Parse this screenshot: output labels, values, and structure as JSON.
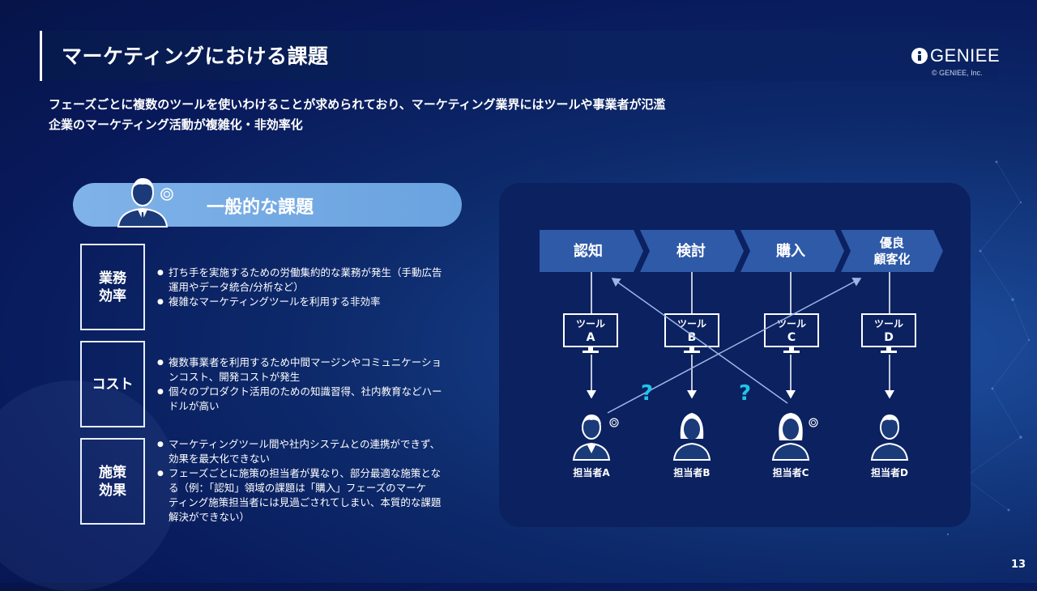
{
  "header": {
    "title": "マーケティングにおける課題",
    "logo_text": "GENIEE",
    "copyright": "© GENIEE, Inc."
  },
  "subtitle": {
    "line1": "フェーズごとに複数のツールを使いわけることが求められており、マーケティング業界にはツールや事業者が氾濫",
    "line2": "企業のマーケティング活動が複雑化・非効率化"
  },
  "issues": {
    "title": "一般的な課題",
    "categories": [
      {
        "label_line1": "業務",
        "label_line2": "効率",
        "bullets": [
          {
            "line1": "打ち手を実施するための労働集約的な業務が発生（手動広告",
            "line2": "運用やデータ統合/分析など）"
          },
          {
            "line1": "複雑なマーケティングツールを利用する非効率",
            "line2": ""
          }
        ]
      },
      {
        "label_line1": "コスト",
        "label_line2": "",
        "bullets": [
          {
            "line1": "複数事業者を利用するため中間マージンやコミュニケーショ",
            "line2": "ンコスト、開発コストが発生"
          },
          {
            "line1": "個々のプロダクト活用のための知識習得、社内教育などハー",
            "line2": "ドルが高い"
          }
        ]
      },
      {
        "label_line1": "施策",
        "label_line2": "効果",
        "bullets": [
          {
            "lines": [
              "マーケティングツール間や社内システムとの連携ができず、",
              "効果を最大化できない"
            ]
          },
          {
            "lines": [
              "フェーズごとに施策の担当者が異なり、部分最適な施策とな",
              "る（例：「認知」領域の課題は「購入」フェーズのマーケ",
              "ティング施策担当者には見過ごされてしまい、本質的な課題",
              "解決ができない）"
            ]
          }
        ]
      }
    ]
  },
  "diagram": {
    "phases": [
      {
        "line1": "認知",
        "line2": ""
      },
      {
        "line1": "検討",
        "line2": ""
      },
      {
        "line1": "購入",
        "line2": ""
      },
      {
        "line1": "優良",
        "line2": "顧客化"
      }
    ],
    "tools": [
      {
        "line1": "ツール",
        "line2": "A"
      },
      {
        "line1": "ツール",
        "line2": "B"
      },
      {
        "line1": "ツール",
        "line2": "C"
      },
      {
        "line1": "ツール",
        "line2": "D"
      }
    ],
    "persons": [
      "担当者A",
      "担当者B",
      "担当者C",
      "担当者D"
    ],
    "question_mark": "?",
    "colors": {
      "phase": "#2f5aa8",
      "panel": "#0b2160",
      "question": "#22c4e8"
    }
  },
  "page_number": "13"
}
